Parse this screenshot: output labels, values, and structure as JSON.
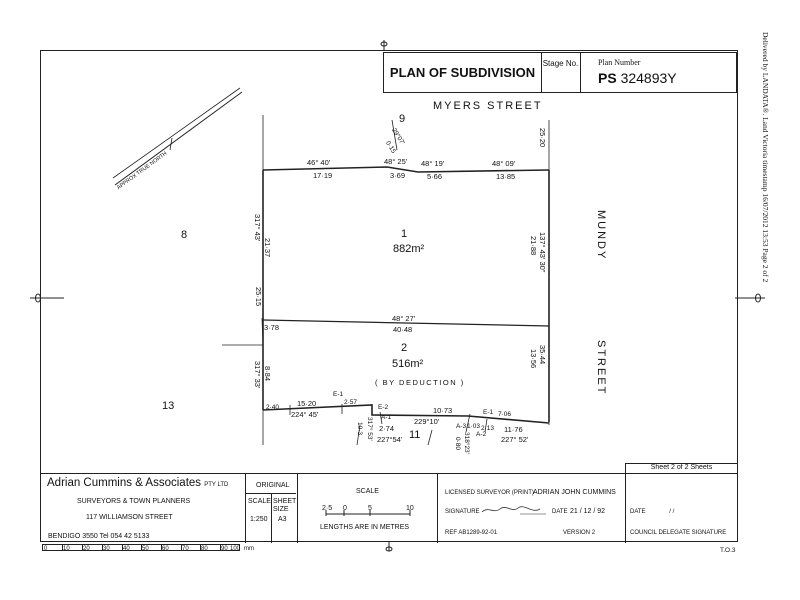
{
  "side_note": "Delivered by LANDATA®. Land Victoria timestamp 16/07/2012 13:53 Page 2 of 2",
  "title": {
    "heading": "PLAN OF SUBDIVISION",
    "stage_label": "Stage No.",
    "plan_number_label": "Plan Number",
    "plan_prefix": "PS",
    "plan_number": "324893Y"
  },
  "streets": {
    "north": "MYERS STREET",
    "east_upper": "MUNDY",
    "east_lower": "STREET"
  },
  "north_arrow": "APPROX TRUE NORTH",
  "neighbours": {
    "top": "9",
    "left": "8",
    "bottom_left": "13",
    "bottom": "11"
  },
  "lots": [
    {
      "id": "1",
      "area": "882m²"
    },
    {
      "id": "2",
      "area": "516m²",
      "note": "( BY DEDUCTION )"
    }
  ],
  "dimensions": {
    "top_1_bearing": "46° 40'",
    "top_1_len": "17·19",
    "top_2_bearing": "48° 25'",
    "top_2_len": "3·69",
    "top_3_bearing": "48° 19'",
    "top_3_len": "5·66",
    "top_4_bearing": "48° 09'",
    "top_4_len": "13·85",
    "corner_top": "29°07'",
    "corner_top_len": "0·15",
    "east_1": "25·20",
    "east_2_bearing": "137° 43' 30\"",
    "east_2_len": "21·88",
    "east_3": "35·44",
    "east_4": "13·56",
    "west_1_bearing": "317° 43'",
    "west_1_len": "21·37",
    "west_2": "25·15",
    "west_3": "3·78",
    "west_4_bearing": "317° 33'",
    "west_4_len": "8·84",
    "mid_bearing": "48° 27'",
    "mid_len": "40·48",
    "bot_1": "2·40",
    "bot_2": "15·20",
    "bot_3": "2·57",
    "bot_bearing": "224° 45'",
    "bot_e1": "E-1",
    "bot_e2": "E-2",
    "bot_4_bearing": "317° 53'",
    "bot_4_len": "10·3",
    "bot_5": "2·74",
    "bot_5_bearing": "227°54'",
    "bot_6": "10·73",
    "bot_6_bearing": "229°10'",
    "bot_7": "1·03",
    "bot_8": "2·13",
    "bot_9_bearing": "318°23'",
    "bot_9_len": "0·80",
    "bot_10": "7·06",
    "bot_11": "11·76",
    "bot_11_bearing": "227° 52'",
    "a1": "A-1",
    "a2": "A-2",
    "a3": "A-3",
    "e1b": "E-1"
  },
  "footer": {
    "firm": "Adrian Cummins & Associates",
    "firm_suffix": "PTY LTD",
    "firm_line2": "SURVEYORS   &   TOWN   PLANNERS",
    "firm_line3": "117   WILLIAMSON   STREET",
    "firm_line4": "BENDIGO   3550   Tel   054  42 5133",
    "original_label": "ORIGINAL",
    "scale_label": "SCALE",
    "scale_value": "1:250",
    "sheet_size_label": "SHEET SIZE",
    "sheet_size_value": "A3",
    "scale_heading": "SCALE",
    "scale_ticks": [
      "2·5",
      "0",
      "5",
      "10"
    ],
    "lengths_note": "LENGTHS ARE IN METRES",
    "surveyor_label": "LICENSED SURVEYOR (PRINT)",
    "surveyor_name": "ADRIAN   JOHN   CUMMINS",
    "signature_label": "SIGNATURE",
    "date_label": "DATE",
    "date_value": "21 / 12 / 92",
    "ref_label": "REF AB1289-92-01",
    "version_label": "VERSION",
    "version_value": "2",
    "council_date_label": "DATE",
    "council_date_value": "/   /",
    "council_label": "COUNCIL DELEGATE SIGNATURE",
    "sheet_text": "Sheet  2  of  2  Sheets",
    "to_code": "T.O.3",
    "ruler_ticks": [
      "0",
      "10",
      "20",
      "30",
      "40",
      "50",
      "60",
      "70",
      "80",
      "90",
      "100"
    ],
    "ruler_unit": "mm"
  }
}
